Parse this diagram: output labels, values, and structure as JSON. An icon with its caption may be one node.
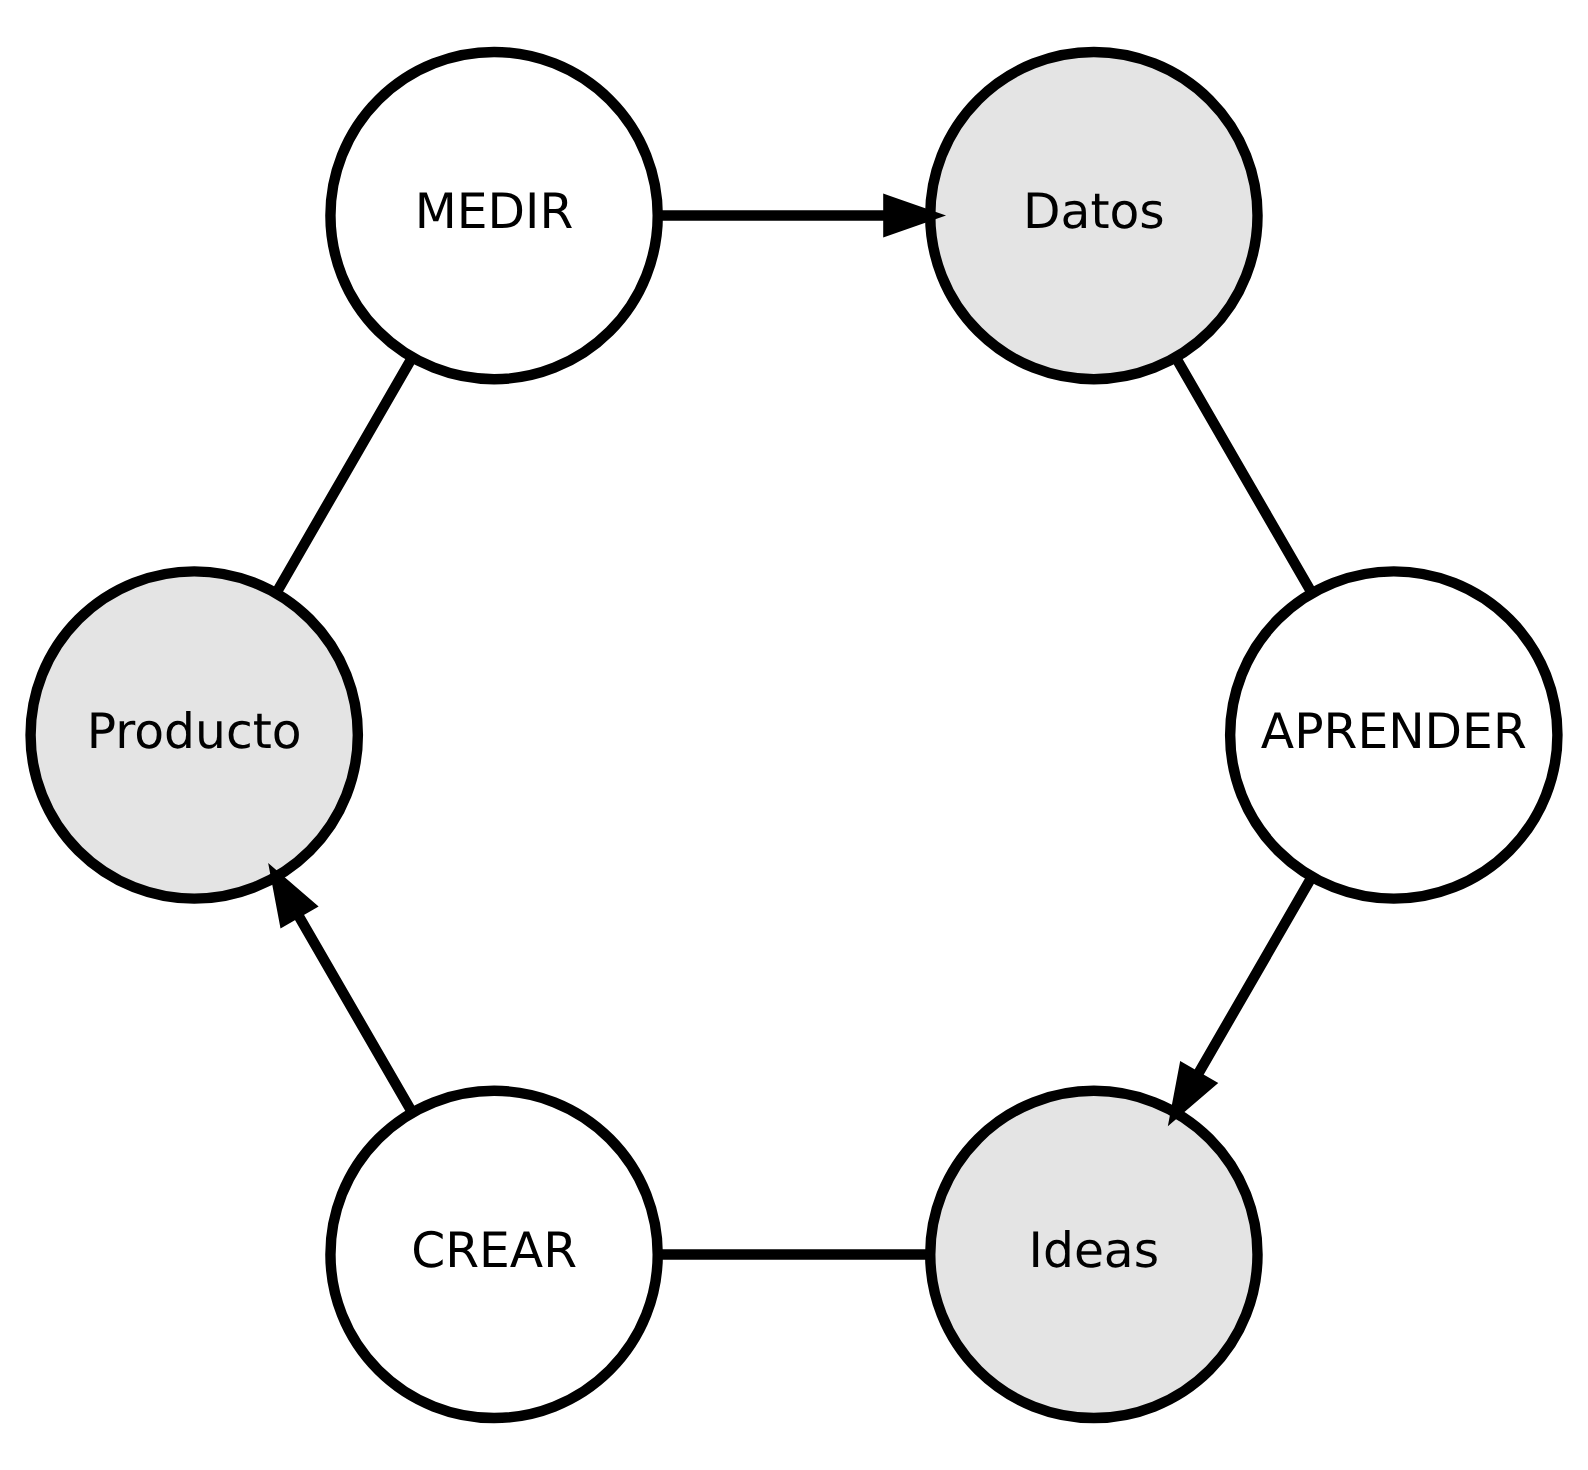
{
  "diagram": {
    "nodes": [
      {
        "text": [
          "Ideas"
        ]
      },
      {
        "text": [
          "CREAR"
        ]
      },
      {
        "text": [
          "Producto"
        ]
      },
      {
        "text": [
          "MEDIR"
        ]
      },
      {
        "text": [
          "Datos"
        ]
      },
      {
        "text": [
          "APRENDER"
        ]
      }
    ],
    "edges": [
      {
        "from": 0,
        "to": 1,
        "arrow": "none"
      },
      {
        "from": 1,
        "to": 2,
        "arrow": "to"
      },
      {
        "from": 2,
        "to": 3,
        "arrow": "none"
      },
      {
        "from": 3,
        "to": 4,
        "arrow": "to"
      },
      {
        "from": 4,
        "to": 5,
        "arrow": "none"
      },
      {
        "from": 5,
        "to": 0,
        "arrow": "to"
      }
    ]
  }
}
